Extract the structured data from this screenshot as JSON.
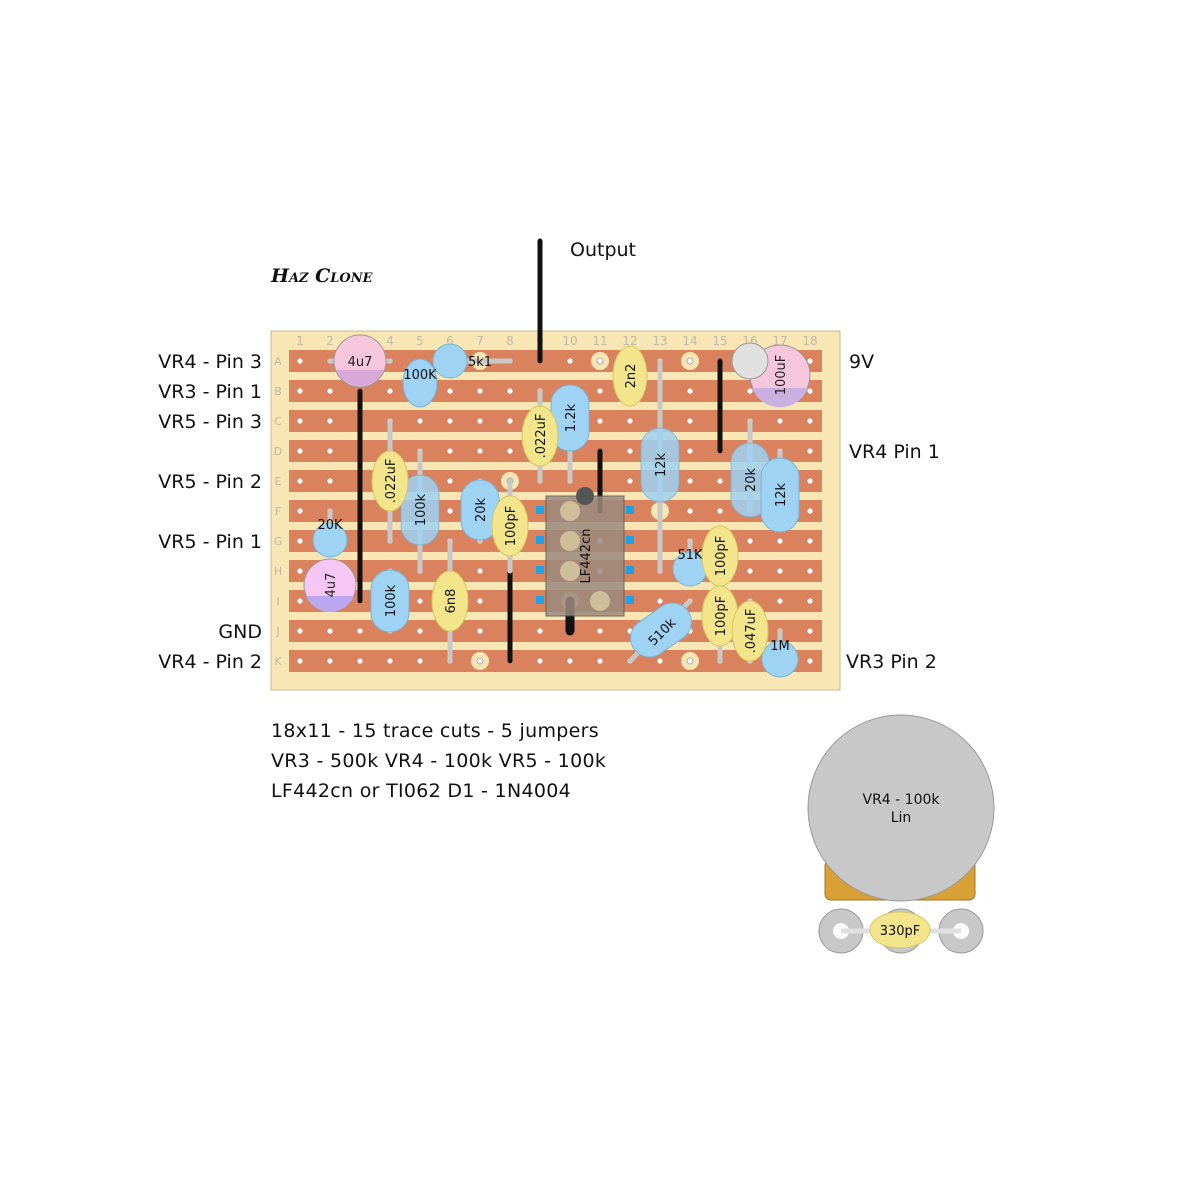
{
  "title": "Haz Clone",
  "board": {
    "columns": [
      "1",
      "2",
      "3",
      "4",
      "5",
      "6",
      "7",
      "8",
      "9",
      "10",
      "11",
      "12",
      "13",
      "14",
      "15",
      "16",
      "17",
      "18"
    ],
    "rows": [
      "A",
      "B",
      "C",
      "D",
      "E",
      "F",
      "G",
      "H",
      "I",
      "J",
      "K"
    ]
  },
  "left_labels": [
    "VR4 - Pin 3",
    "VR3 - Pin 1",
    "VR5 - Pin 3",
    "VR5 - Pin 2",
    "VR5 - Pin 1",
    "GND",
    "VR4 - Pin 2"
  ],
  "right_labels": [
    "9V",
    "VR4 Pin 1",
    "VR3 Pin 2"
  ],
  "output_label": "Output",
  "components": {
    "c_4u7_top": "4u7",
    "r_5k1": "5k1",
    "r_100K_b": "100K",
    "c_2n2": "2n2",
    "c_100uF": "100uF",
    "c_022_c": ".022uF",
    "r_1_2k": "1.2k",
    "r_12k_a": "12k",
    "r_20k_e": "20k",
    "r_12k_b": "12k",
    "c_022_e": ".022uF",
    "r_100k_f": "100k",
    "r_20k_f": "20k",
    "c_100pF_f": "100pF",
    "ic": "LF442cn",
    "r_20K_g": "20K",
    "r_51K": "51K",
    "c_100pF_h": "100pF",
    "c_4u7_h": "4u7",
    "r_100k_i": "100k",
    "c_6n8": "6n8",
    "r_510k": "510k",
    "c_100pF_j": "100pF",
    "c_047": ".047uF",
    "r_1M": "1M",
    "pot_value": "VR4 - 100k",
    "pot_taper": "Lin",
    "c_330pF": "330pF"
  },
  "notes": [
    "18x11 - 15 trace cuts - 5 jumpers",
    "VR3 - 500k  VR4 - 100k  VR5 - 100k",
    "LF442cn or TI062 D1 - 1N4004"
  ],
  "colors": {
    "board": "#f8e7b4",
    "strip": "#d9825d",
    "resistor": "#9fd3f4",
    "ceramic": "#f2e58c",
    "electrolytic": "#f6c6dc",
    "ic": "#9b8a7d",
    "pot": "#c8c8c8"
  }
}
